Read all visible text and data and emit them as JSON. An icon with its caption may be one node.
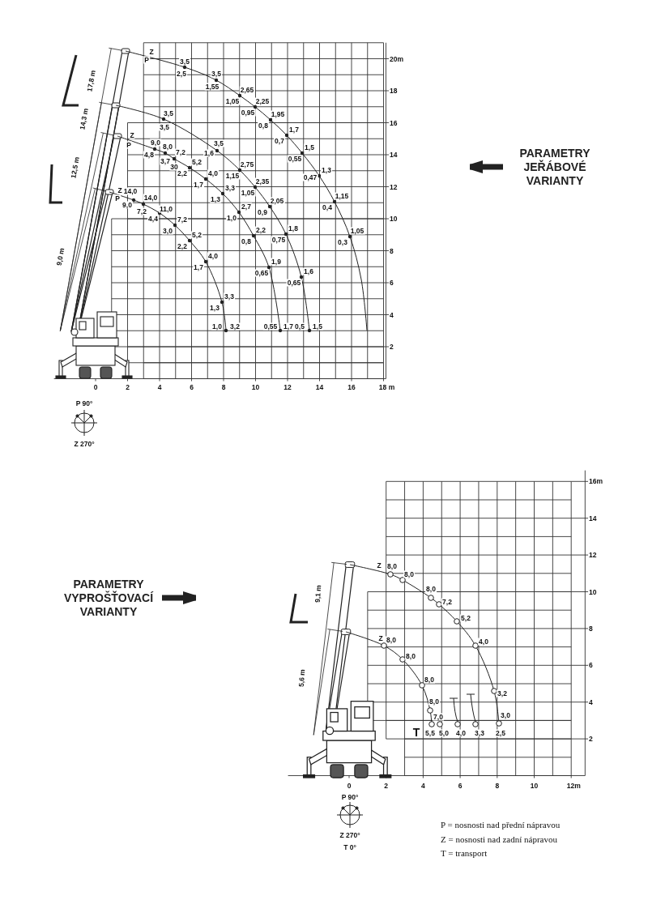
{
  "diagram": {
    "nodes": [
      {
        "text": [
          "PARAMETRY JEŘÁBOVÉ VARIANTY"
        ]
      },
      {
        "text": [
          "PARAMETRY VYPROŠŤOVACÍ VARIANTY"
        ]
      }
    ],
    "edges": [
      {
        "from": 0,
        "to": null,
        "arrow": "to"
      },
      {
        "from": 1,
        "to": null,
        "arrow": "to"
      }
    ],
    "labels": [
      "Z",
      "P",
      "3,5",
      "2,5",
      "3,5",
      "1,55",
      "2,65",
      "1,05",
      "2,25",
      "0,95",
      "1,95",
      "0,8",
      "1,7",
      "0,7",
      "1,5",
      "0,55",
      "1,3",
      "0,47",
      "1,15",
      "0,4",
      "1,05",
      "0,3",
      "3,5",
      "3,5",
      "3,5",
      "1,6",
      "2,75",
      "1,15",
      "2,35",
      "1,05",
      "2,05",
      "0,9",
      "1,8",
      "0,75",
      "1,6",
      "0,65",
      "0,5",
      "1,5",
      "Z",
      "P",
      "9,0",
      "4,8",
      "8,0",
      "3,7",
      "7,2",
      "30",
      "5,2",
      "2,2",
      "4,0",
      "1,7",
      "3,3",
      "1,3",
      "2,7",
      "1,0",
      "2,2",
      "0,8",
      "1,9",
      "0,65",
      "0,55",
      "1,7",
      "Z",
      "P",
      "14,0",
      "9,0",
      "14,0",
      "7,2",
      "11,0",
      "4,4",
      "7,2",
      "3,0",
      "5,2",
      "2,2",
      "4,0",
      "1,7",
      "3,3",
      "1,3",
      "1,0",
      "3,2",
      "17,8 m",
      "14,3 m",
      "12,5 m",
      "9,0 m",
      "20m",
      "18",
      "16",
      "14",
      "12",
      "10",
      "8",
      "6",
      "4",
      "2",
      "0",
      "2",
      "4",
      "6",
      "8",
      "10",
      "12",
      "14",
      "16",
      "18 m",
      "P 90°",
      "Z 270°",
      "16m",
      "14",
      "12",
      "10",
      "8",
      "6",
      "4",
      "2",
      "Z",
      "8,0",
      "8,0",
      "8,0",
      "7,2",
      "5,2",
      "4,0",
      "3,2",
      "3,0",
      "2,5",
      "Z",
      "8,0",
      "8,0",
      "8,0",
      "8,0",
      "7,0",
      "T",
      "5,5",
      "5,0",
      "4,0",
      "3,3",
      "9,1 m",
      "5,6 m",
      "0",
      "2",
      "4",
      "6",
      "8",
      "10",
      "12m",
      "P 90°",
      "Z 270°",
      "T 0°",
      "P = nosnosti nad přední nápravou",
      "Z = nosnosti nad zadní nápravou",
      "T = transport"
    ]
  }
}
